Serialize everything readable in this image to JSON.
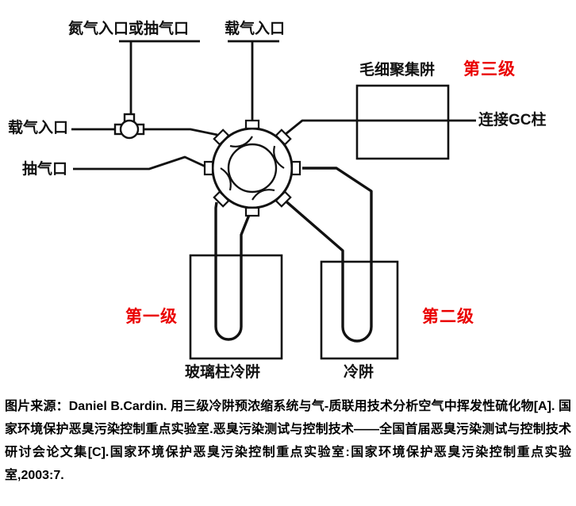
{
  "diagram": {
    "labels": {
      "nitrogen_inlet": "氮气入口或抽气口",
      "carrier_gas_inlet_top": "载气入口",
      "carrier_gas_inlet_left": "载气入口",
      "pump_port": "抽气口",
      "capillary_trap": "毛细聚集阱",
      "stage3": "第三级",
      "gc_column": "连接GC柱",
      "stage1": "第一级",
      "stage2": "第二级",
      "glass_column_cold_trap": "玻璃柱冷阱",
      "cold_trap": "冷阱"
    },
    "colors": {
      "stage_label": "#ea0000",
      "line": "#111111"
    }
  },
  "caption": {
    "text": "图片来源：Daniel B.Cardin. 用三级冷阱预浓缩系统与气-质联用技术分析空气中挥发性硫化物[A]. 国家环境保护恶臭污染控制重点实验室.恶臭污染测试与控制技术——全国首届恶臭污染测试与控制技术研讨会论文集[C].国家环境保护恶臭污染控制重点实验室:国家环境保护恶臭污染控制重点实验室,2003:7."
  }
}
